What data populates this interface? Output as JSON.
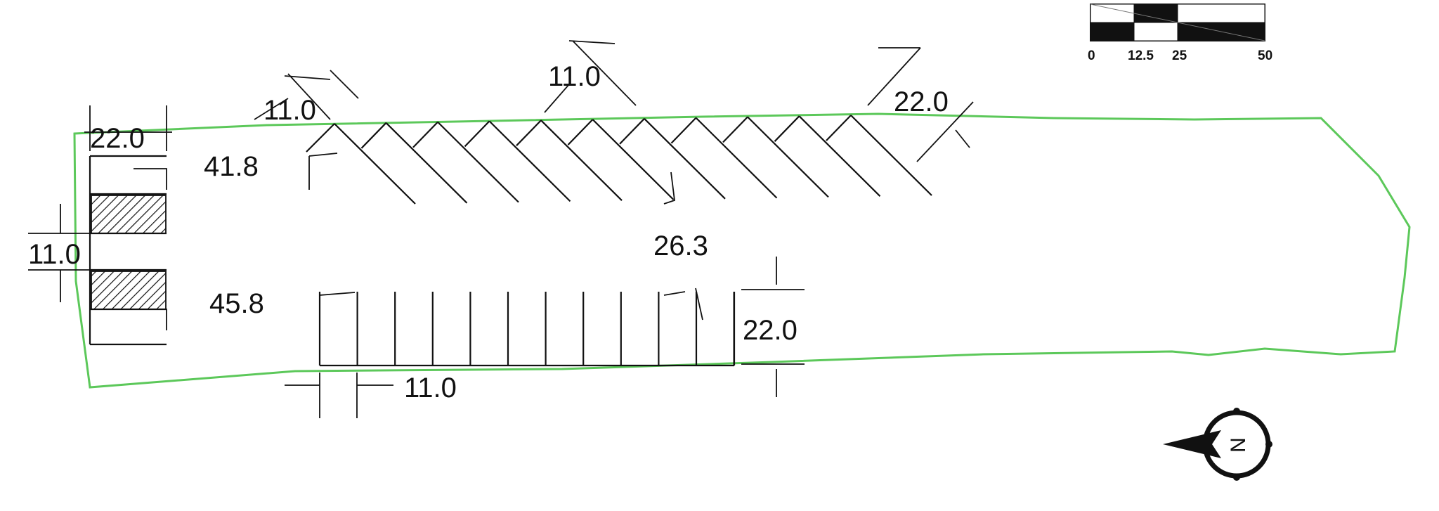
{
  "colors": {
    "boundary": "#5cc85a",
    "ink": "#111111",
    "background": "#ffffff"
  },
  "dimensions": {
    "top_left_width": "22.0",
    "angled_stall_width_left": "11.0",
    "angled_stall_width_center": "11.0",
    "angled_stall_depth_right": "22.0",
    "left_aisle_top": "41.8",
    "left_stall_width": "11.0",
    "left_aisle_bottom": "45.8",
    "center_aisle": "26.3",
    "bottom_stall_depth": "22.0",
    "bottom_stall_width": "11.0"
  },
  "scale_bar": {
    "labels": [
      "0",
      "12.5",
      "25",
      "50"
    ]
  },
  "north_arrow": {
    "label": "N",
    "icon": "north-arrow-icon"
  }
}
